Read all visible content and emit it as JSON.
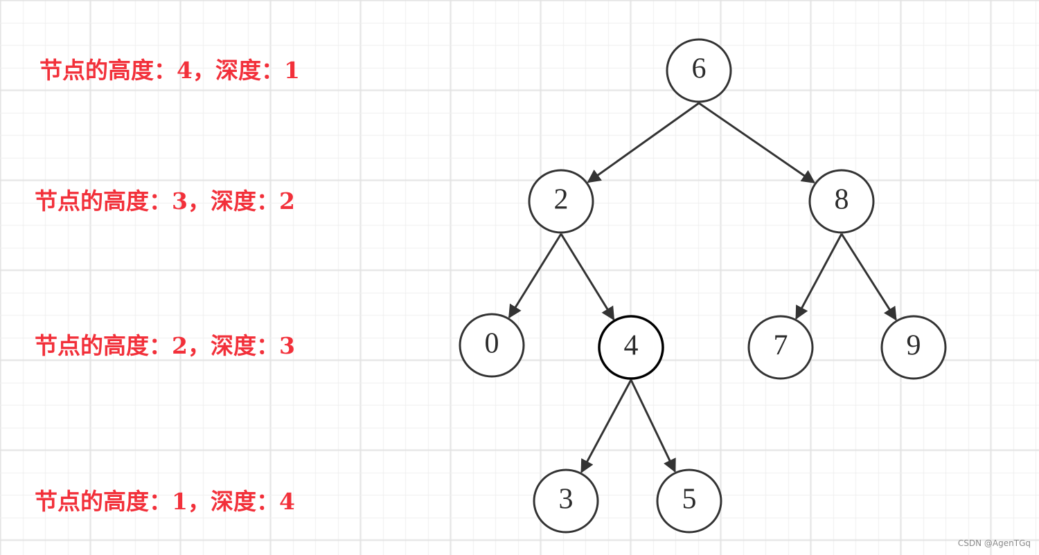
{
  "levels": [
    {
      "text": "节点的高度：4，深度：1"
    },
    {
      "text": "节点的高度：3，深度：2"
    },
    {
      "text": "节点的高度：2，深度：3"
    },
    {
      "text": "节点的高度：1，深度：4"
    }
  ],
  "tree": {
    "nodes": [
      {
        "id": "n6",
        "label": "6",
        "highlight": false
      },
      {
        "id": "n2",
        "label": "2",
        "highlight": false
      },
      {
        "id": "n8",
        "label": "8",
        "highlight": false
      },
      {
        "id": "n0",
        "label": "0",
        "highlight": false
      },
      {
        "id": "n4",
        "label": "4",
        "highlight": true
      },
      {
        "id": "n7",
        "label": "7",
        "highlight": false
      },
      {
        "id": "n9",
        "label": "9",
        "highlight": false
      },
      {
        "id": "n3",
        "label": "3",
        "highlight": false
      },
      {
        "id": "n5",
        "label": "5",
        "highlight": false
      }
    ],
    "edges": [
      {
        "from": "n6",
        "to": "n2"
      },
      {
        "from": "n6",
        "to": "n8"
      },
      {
        "from": "n2",
        "to": "n0"
      },
      {
        "from": "n2",
        "to": "n4"
      },
      {
        "from": "n8",
        "to": "n7"
      },
      {
        "from": "n8",
        "to": "n9"
      },
      {
        "from": "n4",
        "to": "n3"
      },
      {
        "from": "n4",
        "to": "n5"
      }
    ]
  },
  "colors": {
    "label_red": "#f2303a",
    "node_stroke": "#333333",
    "grid_line": "#e9e9e9"
  },
  "watermark": "CSDN @AgenTGq"
}
